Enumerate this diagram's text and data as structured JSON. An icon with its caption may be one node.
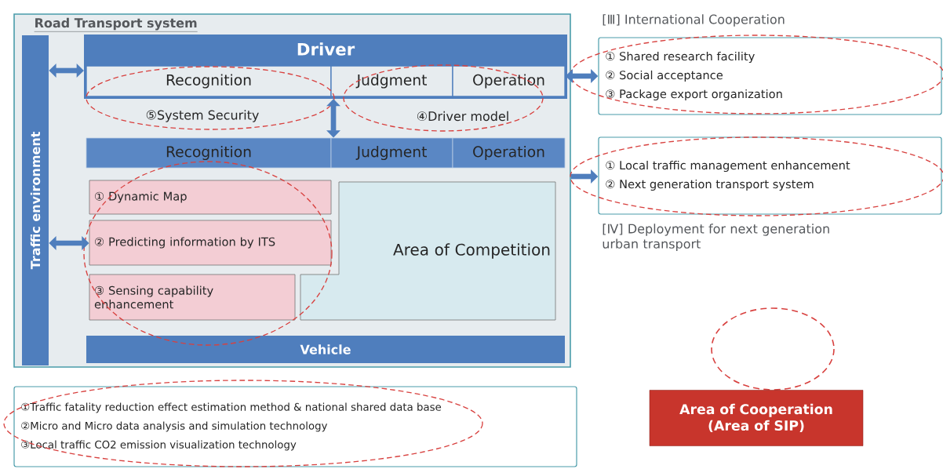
{
  "diagram": {
    "nodes": [
      {
        "text": [
          "Road Transport system"
        ]
      },
      {
        "text": [
          "Traffic environment"
        ],
        "in": 0
      },
      {
        "text": [
          "Driver"
        ],
        "in": 0
      },
      {
        "text": [
          "Recognition"
        ],
        "in": 2
      },
      {
        "text": [
          "Judgment"
        ],
        "in": 2
      },
      {
        "text": [
          "Operation"
        ],
        "in": 2
      },
      {
        "text": [
          "Recognition"
        ],
        "in": 0
      },
      {
        "text": [
          "Judgment"
        ],
        "in": 0
      },
      {
        "text": [
          "Operation"
        ],
        "in": 0
      },
      {
        "text": [
          "① Dynamic Map"
        ],
        "in": 0
      },
      {
        "text": [
          "② Predicting information by ITS"
        ],
        "in": 0
      },
      {
        "text": [
          "③ Sensing capability enhancement"
        ],
        "in": 0
      },
      {
        "text": [
          "Area of Competition"
        ],
        "in": 0
      },
      {
        "text": [
          "Vehicle"
        ],
        "in": 0
      },
      {
        "text": [
          "[Ⅲ] International Cooperation",
          "① Shared research facility",
          "② Social acceptance",
          "③ Package export organization"
        ]
      },
      {
        "text": [
          "① Local traffic management enhancement",
          "② Next generation transport system",
          "[Ⅳ] Deployment for next generation urban transport"
        ]
      },
      {
        "text": [
          "①Traffic fatality reduction effect estimation method & national shared data base",
          "②Micro and Micro data analysis and simulation technology",
          "③Local traffic CO2 emission visualization technology"
        ]
      }
    ],
    "edges": [
      {
        "from": 1,
        "to": 2,
        "arrow": "both"
      },
      {
        "from": 2,
        "to": 7,
        "arrow": "both"
      },
      {
        "from": 1,
        "to": 10,
        "arrow": "both"
      },
      {
        "from": 5,
        "to": 14,
        "arrow": "both"
      },
      {
        "from": 0,
        "to": 15,
        "arrow": "to"
      }
    ],
    "labels": [
      "⑤System Security",
      "④Driver model"
    ],
    "legend": [
      {
        "text": "Area of Cooperation (Area of SIP)"
      }
    ]
  }
}
